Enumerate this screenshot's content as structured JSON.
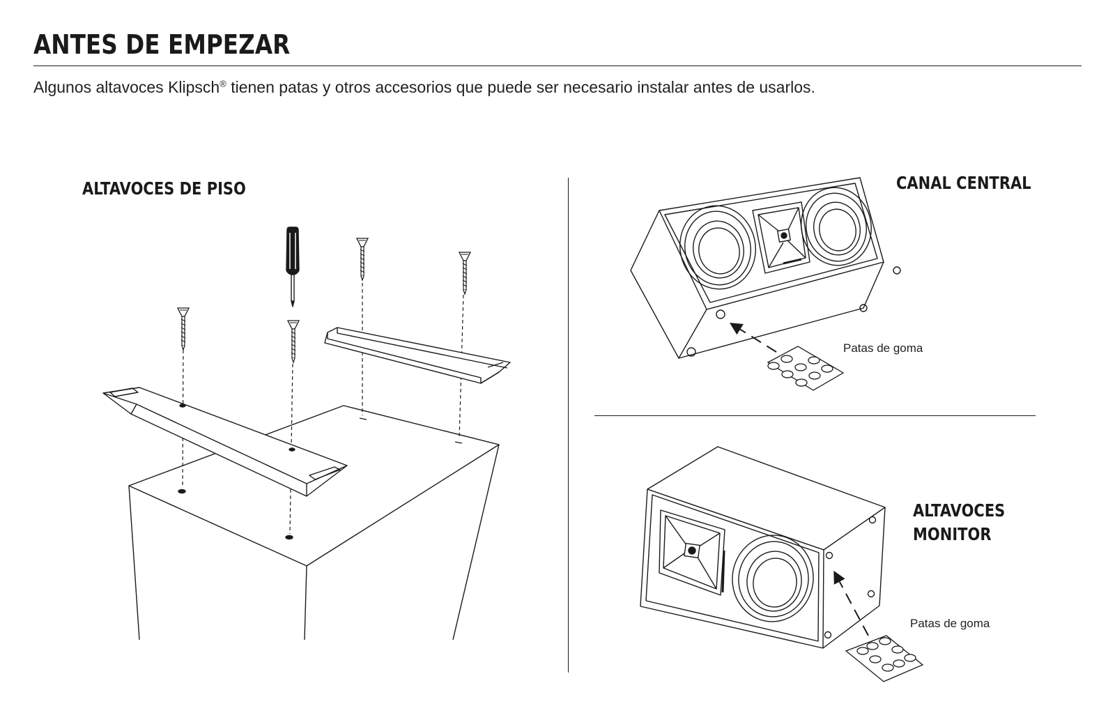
{
  "header": {
    "title": "ANTES DE EMPEZAR",
    "intro_before": "Algunos altavoces Klipsch",
    "intro_mark": "®",
    "intro_after": " tienen patas y otros accesorios que puede ser necesario instalar antes de usarlos."
  },
  "sections": {
    "floor": {
      "title": "ALTAVOCES DE PISO"
    },
    "center": {
      "title": "CANAL CENTRAL",
      "caption": "Patas de goma"
    },
    "monitor": {
      "title_line1": "ALTAVOCES",
      "title_line2": "MONITOR",
      "caption": "Patas de goma"
    }
  },
  "icons": {
    "floor": [
      "floor-speaker-cabinet-icon",
      "screw-icon",
      "screwdriver-icon",
      "outrigger-foot-icon"
    ],
    "center": [
      "center-channel-speaker-icon",
      "rubber-feet-sheet-icon",
      "arrow-icon"
    ],
    "monitor": [
      "bookshelf-speaker-icon",
      "rubber-feet-sheet-icon",
      "arrow-icon"
    ]
  }
}
